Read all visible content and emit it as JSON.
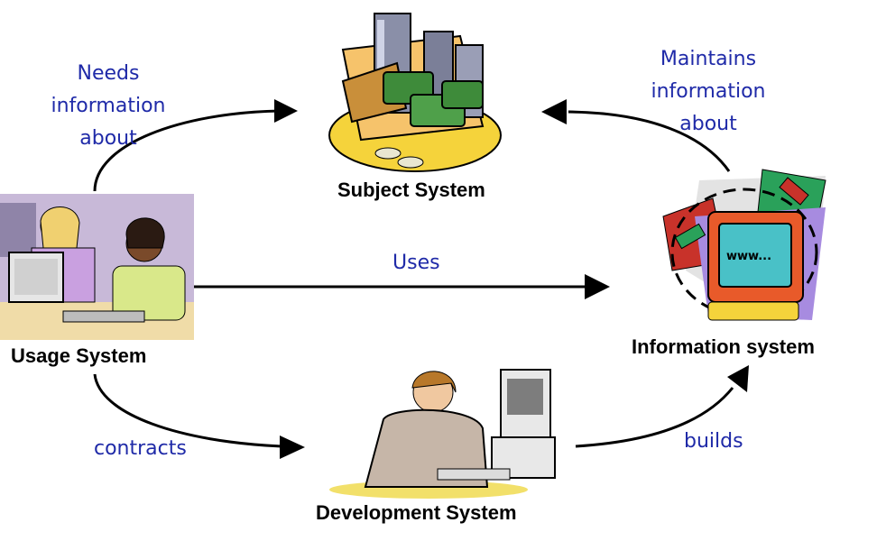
{
  "nodes": {
    "subject": {
      "label": "Subject System"
    },
    "usage": {
      "label": "Usage System"
    },
    "information": {
      "label": "Information system",
      "screen_text": "www..."
    },
    "development": {
      "label": "Development System"
    }
  },
  "edges": {
    "needs_info": {
      "lines": [
        "Needs",
        "information",
        "about"
      ]
    },
    "maintains_info": {
      "lines": [
        "Maintains",
        "information",
        "about"
      ]
    },
    "uses": {
      "label": "Uses"
    },
    "contracts": {
      "label": "contracts"
    },
    "builds": {
      "label": "builds"
    }
  },
  "colors": {
    "edge_label": "#1f2aa8",
    "arrow": "#000000",
    "node_label": "#000000"
  }
}
